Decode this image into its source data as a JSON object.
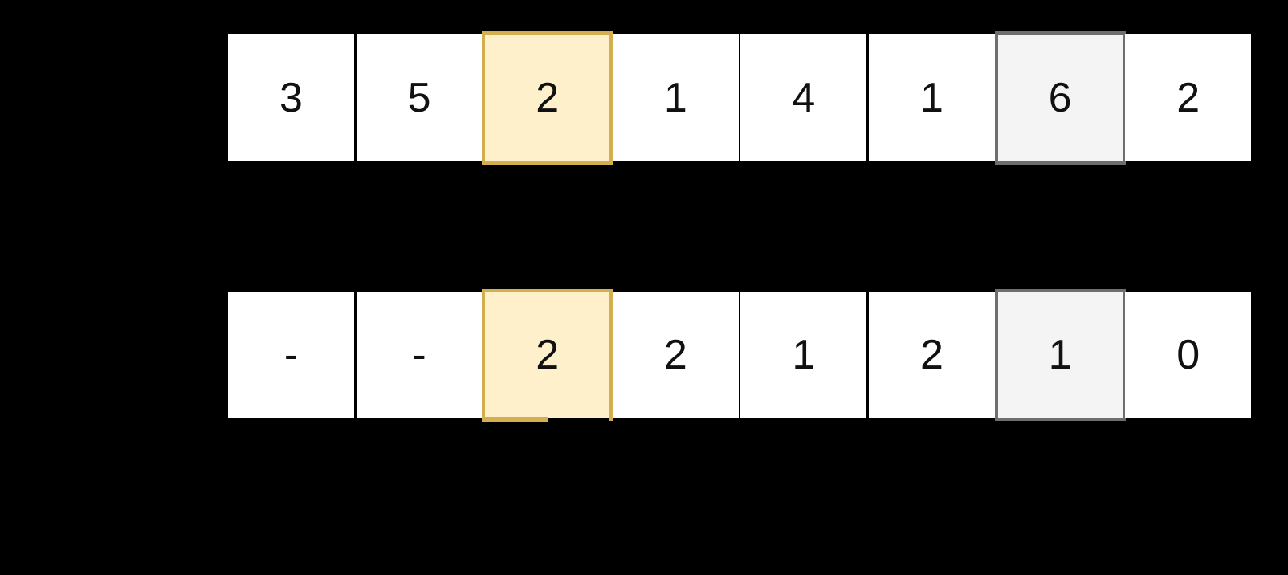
{
  "canvas": {
    "background": "#000000"
  },
  "arrays": {
    "top": {
      "cells": [
        {
          "value": "3",
          "state": "none"
        },
        {
          "value": "5",
          "state": "none"
        },
        {
          "value": "2",
          "state": "yellow"
        },
        {
          "value": "1",
          "state": "none"
        },
        {
          "value": "4",
          "state": "none"
        },
        {
          "value": "1",
          "state": "none"
        },
        {
          "value": "6",
          "state": "gray"
        },
        {
          "value": "2",
          "state": "none"
        }
      ]
    },
    "bottom": {
      "cells": [
        {
          "value": "-",
          "state": "none"
        },
        {
          "value": "-",
          "state": "none"
        },
        {
          "value": "2",
          "state": "yellow"
        },
        {
          "value": "2",
          "state": "none"
        },
        {
          "value": "1",
          "state": "none"
        },
        {
          "value": "2",
          "state": "none"
        },
        {
          "value": "1",
          "state": "gray"
        },
        {
          "value": "0",
          "state": "none"
        }
      ]
    }
  },
  "colors": {
    "background": "#000000",
    "cell_fill": "#ffffff",
    "cell_text": "#111111",
    "highlight_yellow_fill": "#fdf0cb",
    "highlight_yellow_border": "#d2b050",
    "highlight_gray_fill": "#f4f4f4",
    "highlight_gray_border": "#6e6e6e"
  }
}
